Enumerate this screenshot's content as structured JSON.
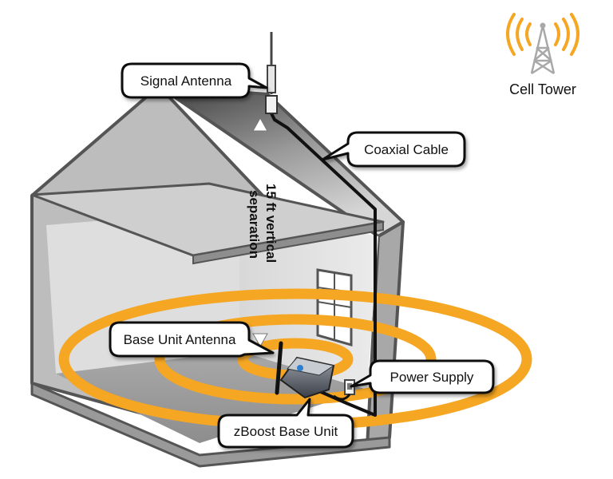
{
  "diagram": {
    "labels": {
      "signal_antenna": "Signal Antenna",
      "cell_tower": "Cell Tower",
      "coaxial_cable": "Coaxial Cable",
      "separation_line1": "15 ft vertical",
      "separation_line2": "separation",
      "base_unit_antenna": "Base Unit Antenna",
      "power_supply": "Power Supply",
      "zboost_base_unit": "zBoost Base Unit"
    },
    "colors": {
      "signal": "#f5a623",
      "tower": "#a8a8a8",
      "house_outline": "#555555",
      "house_fill": "#bdbdbd",
      "interior": "#e4e4e4",
      "cable": "#111111"
    }
  }
}
